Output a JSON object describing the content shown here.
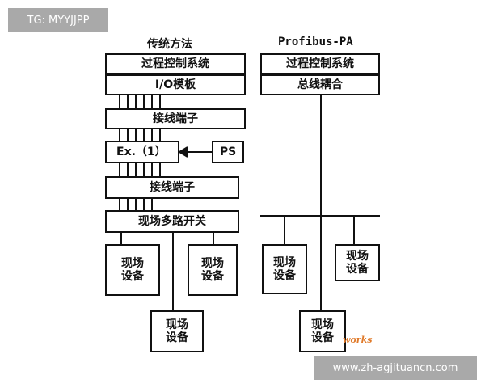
{
  "overlay": {
    "tag_text": "TG: MYYJJPP",
    "site_text": "www.zh-agjituancn.com",
    "brand_text": "works"
  },
  "left": {
    "title": "传统方法",
    "process_control": "过程控制系统",
    "io_module": "I/O模板",
    "terminal_1": "接线端子",
    "ex": "Ex.（1）",
    "ps": "PS",
    "terminal_2": "接线端子",
    "multiplexer": "现场多路开关",
    "field_device_1": "现场\n设备",
    "field_device_2": "现场\n设备",
    "field_device_3": "现场\n设备"
  },
  "right": {
    "title": "Profibus-PA",
    "process_control": "过程控制系统",
    "bus_coupler": "总线耦合",
    "field_device_1": "现场\n设备",
    "field_device_2": "现场\n设备",
    "field_device_3": "现场\n设备"
  }
}
